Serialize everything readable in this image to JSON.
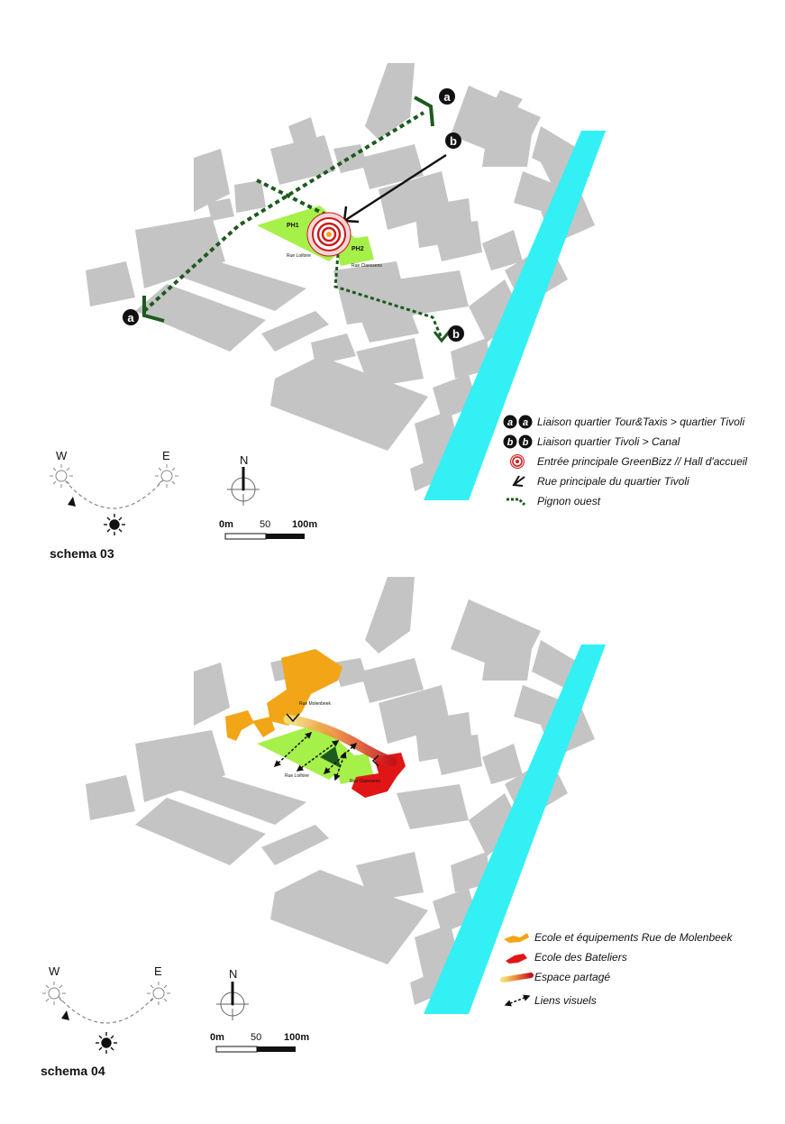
{
  "schema03": {
    "title": "schema 03",
    "markers": {
      "a": "a",
      "b": "b"
    },
    "plots": {
      "ph1": "PH1",
      "ph2": "PH2"
    },
    "streets": {
      "loifoire": "Rue Loifoire",
      "claessens": "Rue Claessens"
    },
    "legend": [
      {
        "symbol": "aa-markers",
        "label": "Liaison quartier Tour&Taxis > quartier Tivoli"
      },
      {
        "symbol": "bb-markers",
        "label": "Liaison quartier Tivoli > Canal"
      },
      {
        "symbol": "target-icon",
        "label": "Entrée principale GreenBizz // Hall d'accueil"
      },
      {
        "symbol": "arrow-icon",
        "label": "Rue principale du quartier Tivoli"
      },
      {
        "symbol": "dashed-line",
        "label": "Pignon ouest"
      }
    ],
    "compass": {
      "west": "W",
      "east": "E",
      "north": "N"
    },
    "scale": {
      "zero": "0m",
      "mid": "50",
      "end": "100m"
    }
  },
  "schema04": {
    "title": "schema 04",
    "streets": {
      "molenbeek": "Rue Molenbeek",
      "loifoire": "Rue Loifoire",
      "claessens": "Rue Claessens"
    },
    "legend": [
      {
        "symbol": "orange-building",
        "label": "Ecole et équipements Rue de Molenbeek"
      },
      {
        "symbol": "red-building",
        "label": "Ecole des Bateliers"
      },
      {
        "symbol": "gradient-stroke",
        "label": "Espace partagé"
      },
      {
        "symbol": "double-arrow",
        "label": "Liens visuels"
      }
    ],
    "compass": {
      "west": "W",
      "east": "E",
      "north": "N"
    },
    "scale": {
      "zero": "0m",
      "mid": "50",
      "end": "100m"
    }
  },
  "colors": {
    "building": "#c4c4c4",
    "canal": "#33f0f4",
    "plot": "#a6f04a",
    "route_dark_green": "#1e5a1e",
    "target_red": "#cc1a1a",
    "school_orange": "#f2a516",
    "school_red": "#e01616"
  }
}
